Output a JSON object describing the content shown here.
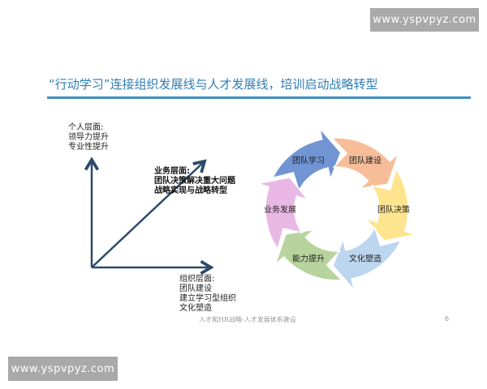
{
  "watermark": "www.yspvpyz.com",
  "title": "“行动学习”连接组织发展线与人才发展线，培训启动战略转型",
  "axes": {
    "personal": [
      "个人层面:",
      "领导力提升",
      "专业性提升"
    ],
    "business": [
      "业务层面:",
      "团队决策解决重大问题",
      "战略实现与战略转型"
    ],
    "organization": [
      "组织层面:",
      "团队建设",
      "建立学习型组织",
      "文化塑造"
    ]
  },
  "cycle": [
    {
      "label": "团队学习",
      "color": "#7195d3"
    },
    {
      "label": "团队建设",
      "color": "#f7bc98"
    },
    {
      "label": "团队决策",
      "color": "#fde48e"
    },
    {
      "label": "文化塑造",
      "color": "#bcd6ef"
    },
    {
      "label": "能力提升",
      "color": "#b8d49e"
    },
    {
      "label": "业务发展",
      "color": "#e9b8e4"
    }
  ],
  "footer": "人才和HR战略-人才发展体系建设",
  "page_number": "6",
  "axis_color": "#2c4a6b"
}
